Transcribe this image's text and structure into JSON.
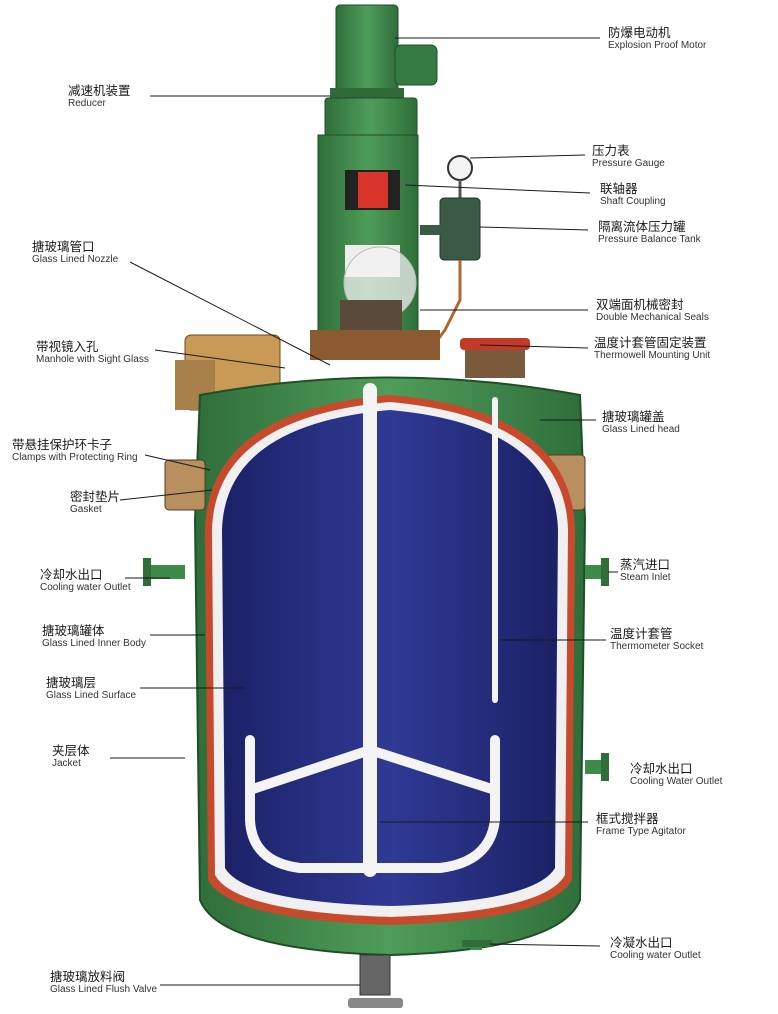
{
  "labels": {
    "motor": {
      "zh": "防爆电动机",
      "en": "Explosion Proof Motor"
    },
    "reducer": {
      "zh": "减速机装置",
      "en": "Reducer"
    },
    "pressure_gauge": {
      "zh": "压力表",
      "en": "Pressure Gauge"
    },
    "shaft_coupling": {
      "zh": "联轴器",
      "en": "Shaft Coupling"
    },
    "pressure_tank": {
      "zh": "隔离流体压力罐",
      "en": "Pressure Balance Tank"
    },
    "nozzle": {
      "zh": "搪玻璃管口",
      "en": "Glass Lined Nozzle"
    },
    "mech_seals": {
      "zh": "双端面机械密封",
      "en": "Double Mechanical Seals"
    },
    "manhole": {
      "zh": "带视镜入孔",
      "en": "Manhole with Sight Glass"
    },
    "thermowell": {
      "zh": "温度计套管固定装置",
      "en": "Thermowell Mounting Unit"
    },
    "lined_head": {
      "zh": "搪玻璃罐盖",
      "en": "Glass Lined head"
    },
    "clamps": {
      "zh": "带悬挂保护环卡子",
      "en": "Clamps with Protecting Ring"
    },
    "gasket": {
      "zh": "密封垫片",
      "en": "Gasket"
    },
    "cooling_out_left": {
      "zh": "冷却水出口",
      "en": "Cooling water Outlet"
    },
    "steam_inlet": {
      "zh": "蒸汽进口",
      "en": "Steam Inlet"
    },
    "inner_body": {
      "zh": "搪玻璃罐体",
      "en": "Glass Lined Inner Body"
    },
    "thermo_socket": {
      "zh": "温度计套管",
      "en": "Thermometer Socket"
    },
    "lined_surface": {
      "zh": "搪玻璃层",
      "en": "Glass Lined Surface"
    },
    "jacket": {
      "zh": "夹层体",
      "en": "Jacket"
    },
    "cooling_out_right": {
      "zh": "冷却水出口",
      "en": "Cooling Water Outlet"
    },
    "agitator": {
      "zh": "框式搅拌器",
      "en": "Frame Type Agitator"
    },
    "condensate_out": {
      "zh": "冷凝水出口",
      "en": "Cooling water Outlet"
    },
    "flush_valve": {
      "zh": "搪玻璃放料阀",
      "en": "Glass Lined Flush Valve"
    }
  },
  "colors": {
    "jacket_green": "#3d8a4a",
    "inner_blue": "#232a78",
    "lining_red": "#c84a2c",
    "agitator_white": "#f4f4f4"
  }
}
